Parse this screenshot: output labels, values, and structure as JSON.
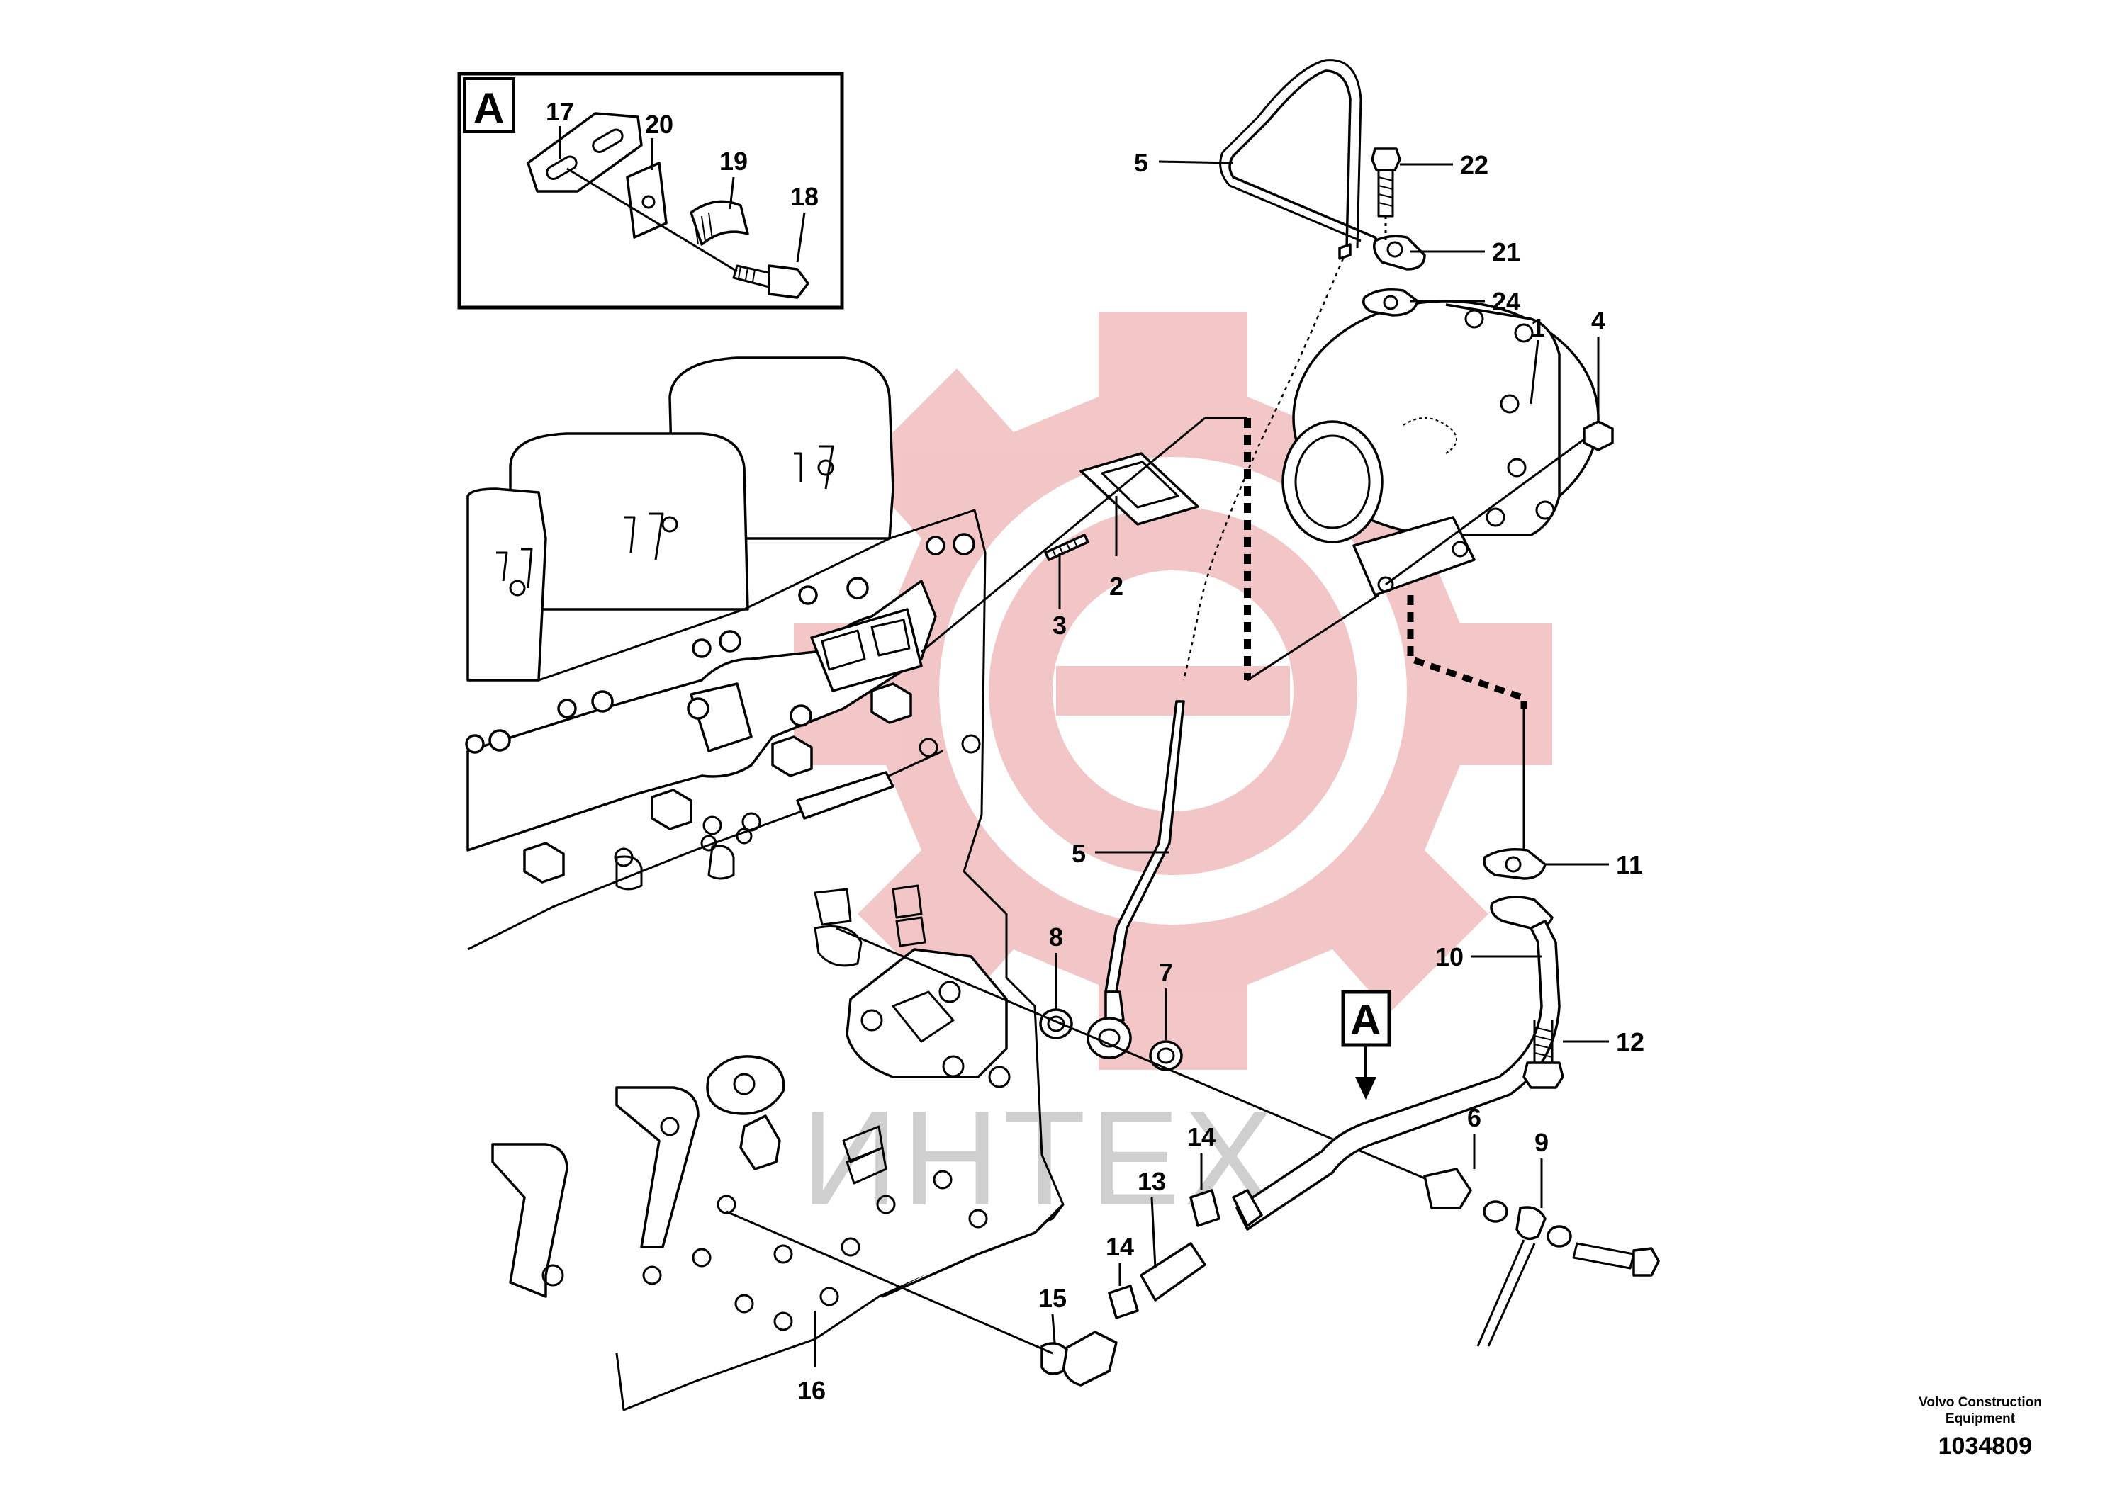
{
  "brand": "Volvo Construction Equipment",
  "drawing_number": "1034809",
  "watermark_text": "ИНТЕХ",
  "detail_view_label": "A",
  "callouts": [
    "1",
    "2",
    "3",
    "4",
    "5",
    "5",
    "6",
    "7",
    "8",
    "9",
    "10",
    "11",
    "12",
    "13",
    "14",
    "14",
    "15",
    "16",
    "17",
    "18",
    "19",
    "20",
    "21",
    "22",
    "24"
  ],
  "colors": {
    "line": "#000000",
    "watermark_red": "#f2c4c4",
    "watermark_gray": "#cfcfcf"
  }
}
